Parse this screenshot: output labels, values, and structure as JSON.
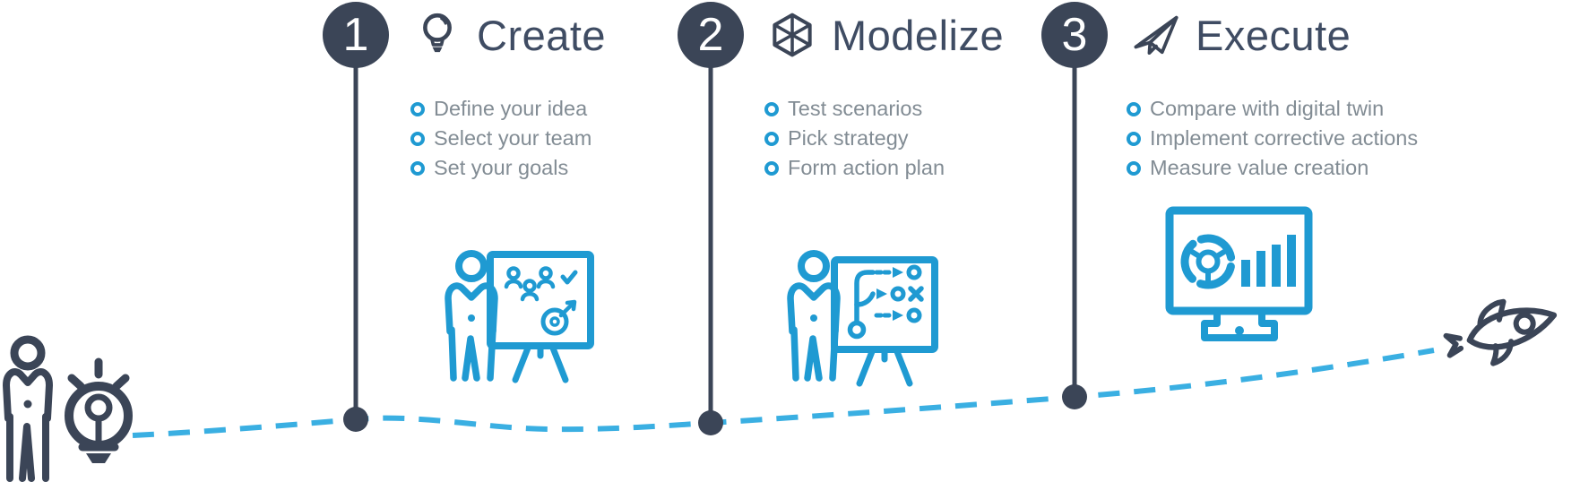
{
  "colors": {
    "dark_navy": "#3b4557",
    "title_color": "#3f4c63",
    "bullet_text": "#828c94",
    "icon_blue": "#1f9ad2",
    "dash_blue": "#3aafe2",
    "number_text": "#ffffff"
  },
  "steps": [
    {
      "number": "1",
      "title": "Create",
      "icon": "lightbulb-icon",
      "items": [
        "Define your idea",
        "Select your team",
        "Set your goals"
      ]
    },
    {
      "number": "2",
      "title": "Modelize",
      "icon": "cube-icon",
      "items": [
        "Test scenarios",
        "Pick strategy",
        "Form action plan"
      ]
    },
    {
      "number": "3",
      "title": "Execute",
      "icon": "paper-plane-icon",
      "items": [
        "Compare with digital twin",
        "Implement corrective actions",
        "Measure value creation"
      ]
    }
  ],
  "journey": {
    "start_icon": "person-with-idea-lightbulb",
    "step_icons": [
      "presenter-team-target-board",
      "presenter-strategy-board",
      "dashboard-monitor"
    ],
    "end_icon": "rocket"
  }
}
